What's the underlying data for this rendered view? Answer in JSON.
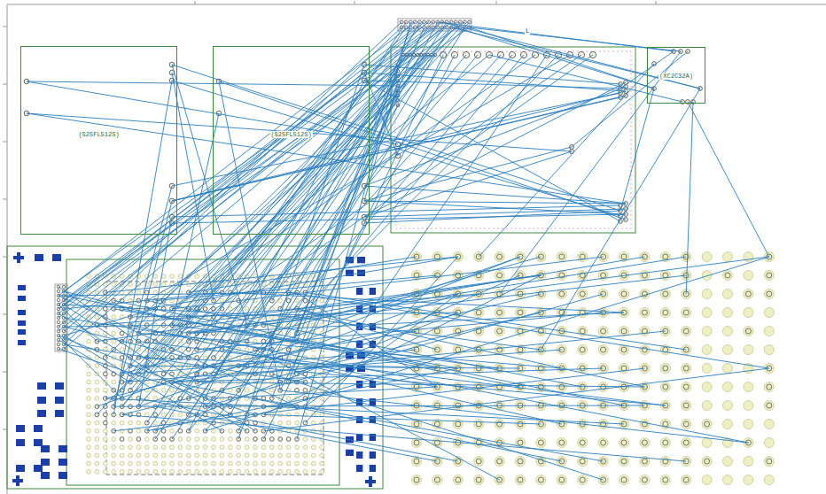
{
  "diagram": {
    "nodes": [
      {
        "text": [
          "(S25FL512S)"
        ]
      },
      {
        "text": [
          "(S25FL512S)"
        ]
      },
      {
        "text": [
          "(XC2C32A)"
        ]
      }
    ],
    "labels": [
      "L"
    ]
  }
}
